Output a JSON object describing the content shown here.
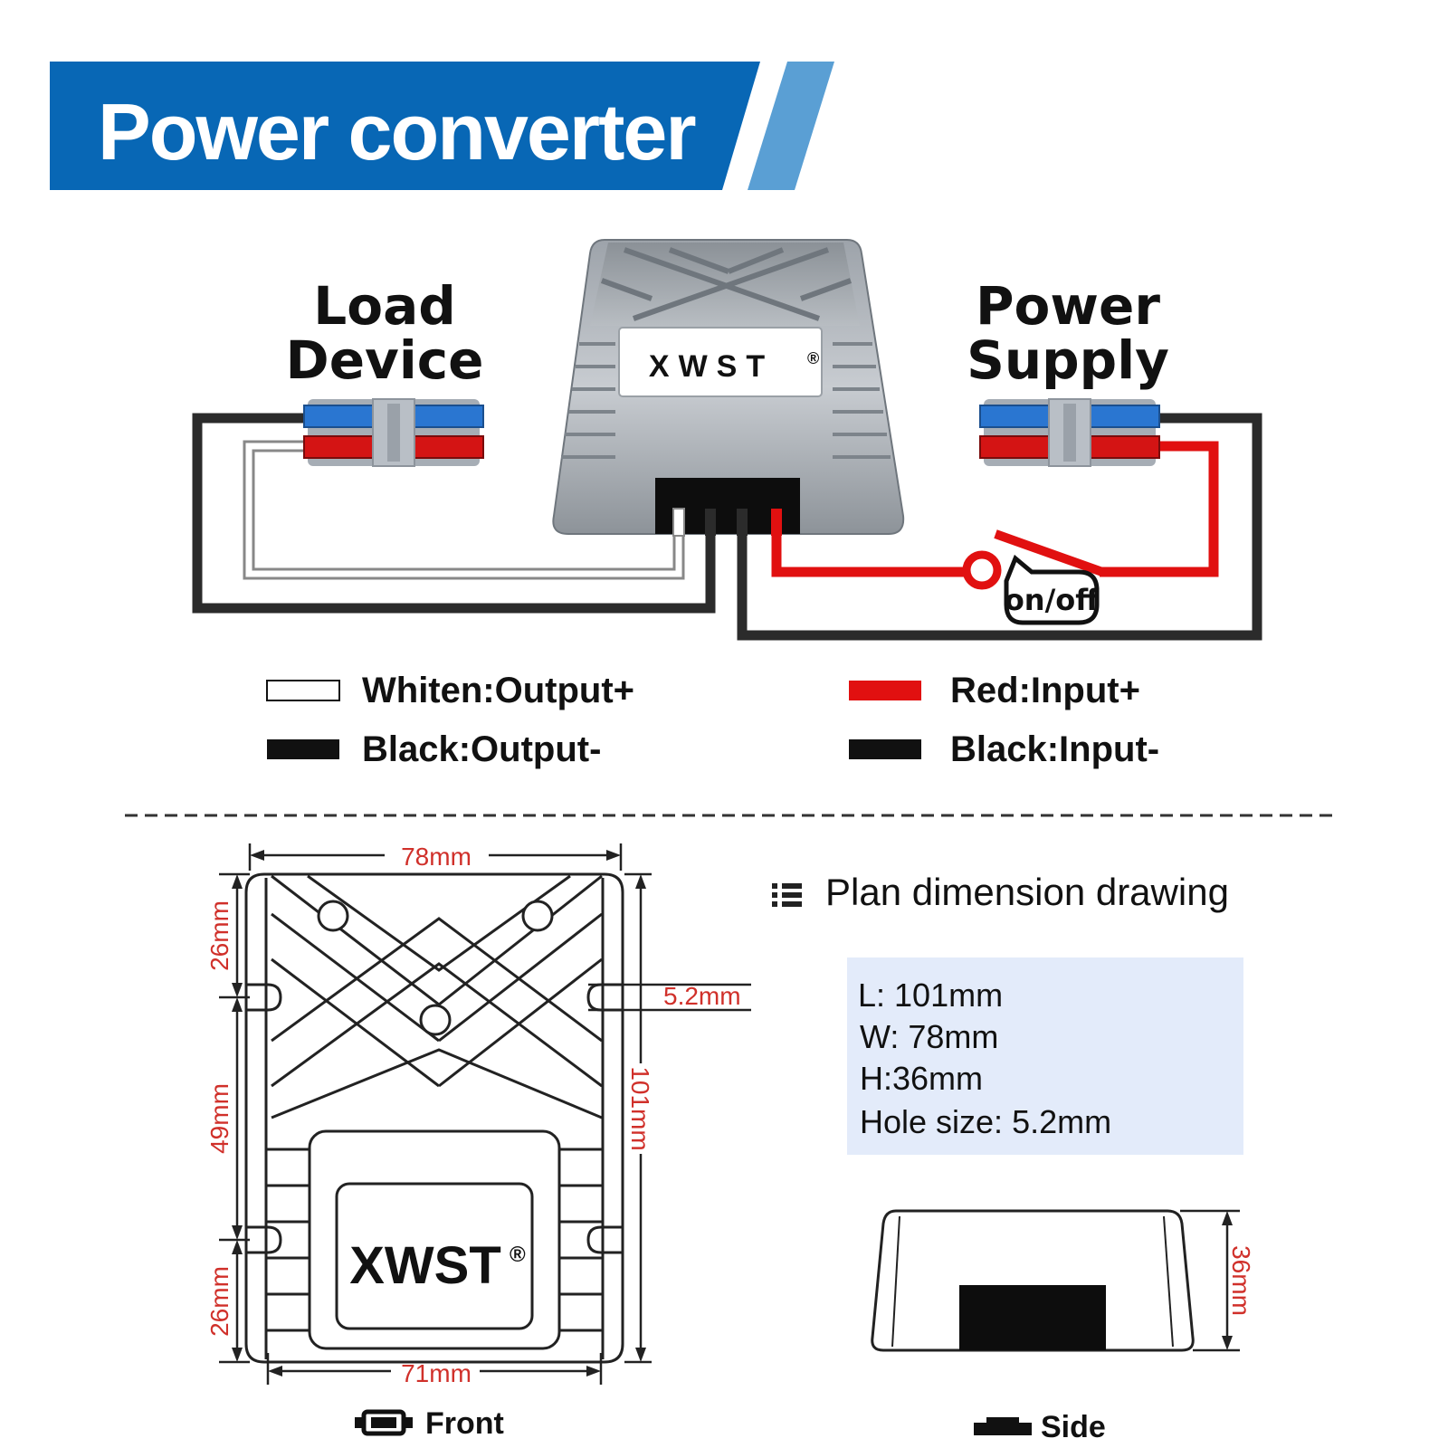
{
  "header": {
    "title": "Power converter",
    "bar_color": "#0867b5",
    "slash_color": "#5a9fd4"
  },
  "wiring": {
    "load_label_line1": "Load",
    "load_label_line2": "Device",
    "supply_label_line1": "Power",
    "supply_label_line2": "Supply",
    "brand": "XWST",
    "registered_mark": "®",
    "switch_label": "on/off",
    "wire_colors": {
      "white": "#ffffff",
      "black": "#2b2b2b",
      "red": "#e11010"
    }
  },
  "legend": [
    {
      "swatch": "white",
      "label": "Whiten:Output+"
    },
    {
      "swatch": "black",
      "label": "Black:Output-"
    },
    {
      "swatch": "red",
      "label": "Red:Input+"
    },
    {
      "swatch": "black",
      "label": "Black:Input-"
    }
  ],
  "drawing": {
    "section_title": "Plan dimension drawing",
    "dim_width_top": "78mm",
    "dim_width_bottom": "71mm",
    "dim_left_top": "26mm",
    "dim_left_mid": "49mm",
    "dim_left_bottom": "26mm",
    "dim_hole": "5.2mm",
    "dim_length": "101mm",
    "dim_height": "36mm",
    "brand": "XWST",
    "registered_mark": "®",
    "front_label": "Front",
    "side_label": "Side",
    "dim_color": "#d0302a"
  },
  "specs": {
    "L": "L: 101mm",
    "W": "W: 78mm",
    "H": "H:36mm",
    "hole": "Hole size: 5.2mm",
    "panel_color": "#e3ebfa"
  }
}
